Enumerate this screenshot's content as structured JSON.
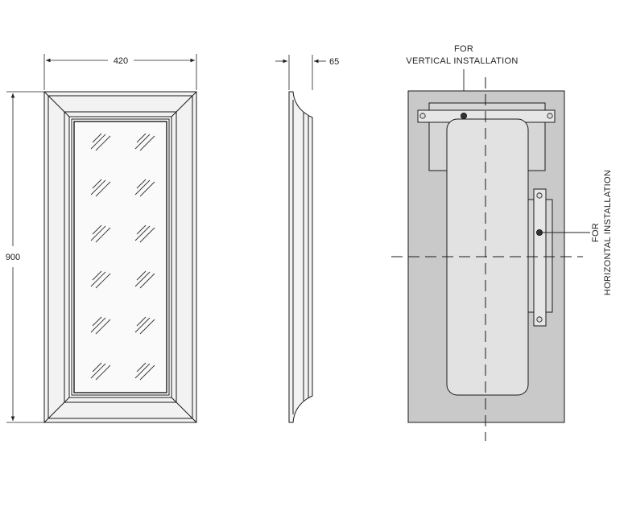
{
  "front_view": {
    "width_dim": "420",
    "height_dim": "900"
  },
  "side_view": {
    "depth_dim": "65"
  },
  "rear_view": {
    "vertical_note": [
      "FOR",
      "VERTICAL INSTALLATION"
    ],
    "horizontal_note": [
      "FOR",
      "HORIZONTAL INSTALLATION"
    ]
  },
  "colors": {
    "line": "#1a1a1a",
    "frame_fill": "#f2f2f2",
    "glass_fill": "#fafafa",
    "panel_fill": "#c9c9c9",
    "screw": "#333333"
  }
}
